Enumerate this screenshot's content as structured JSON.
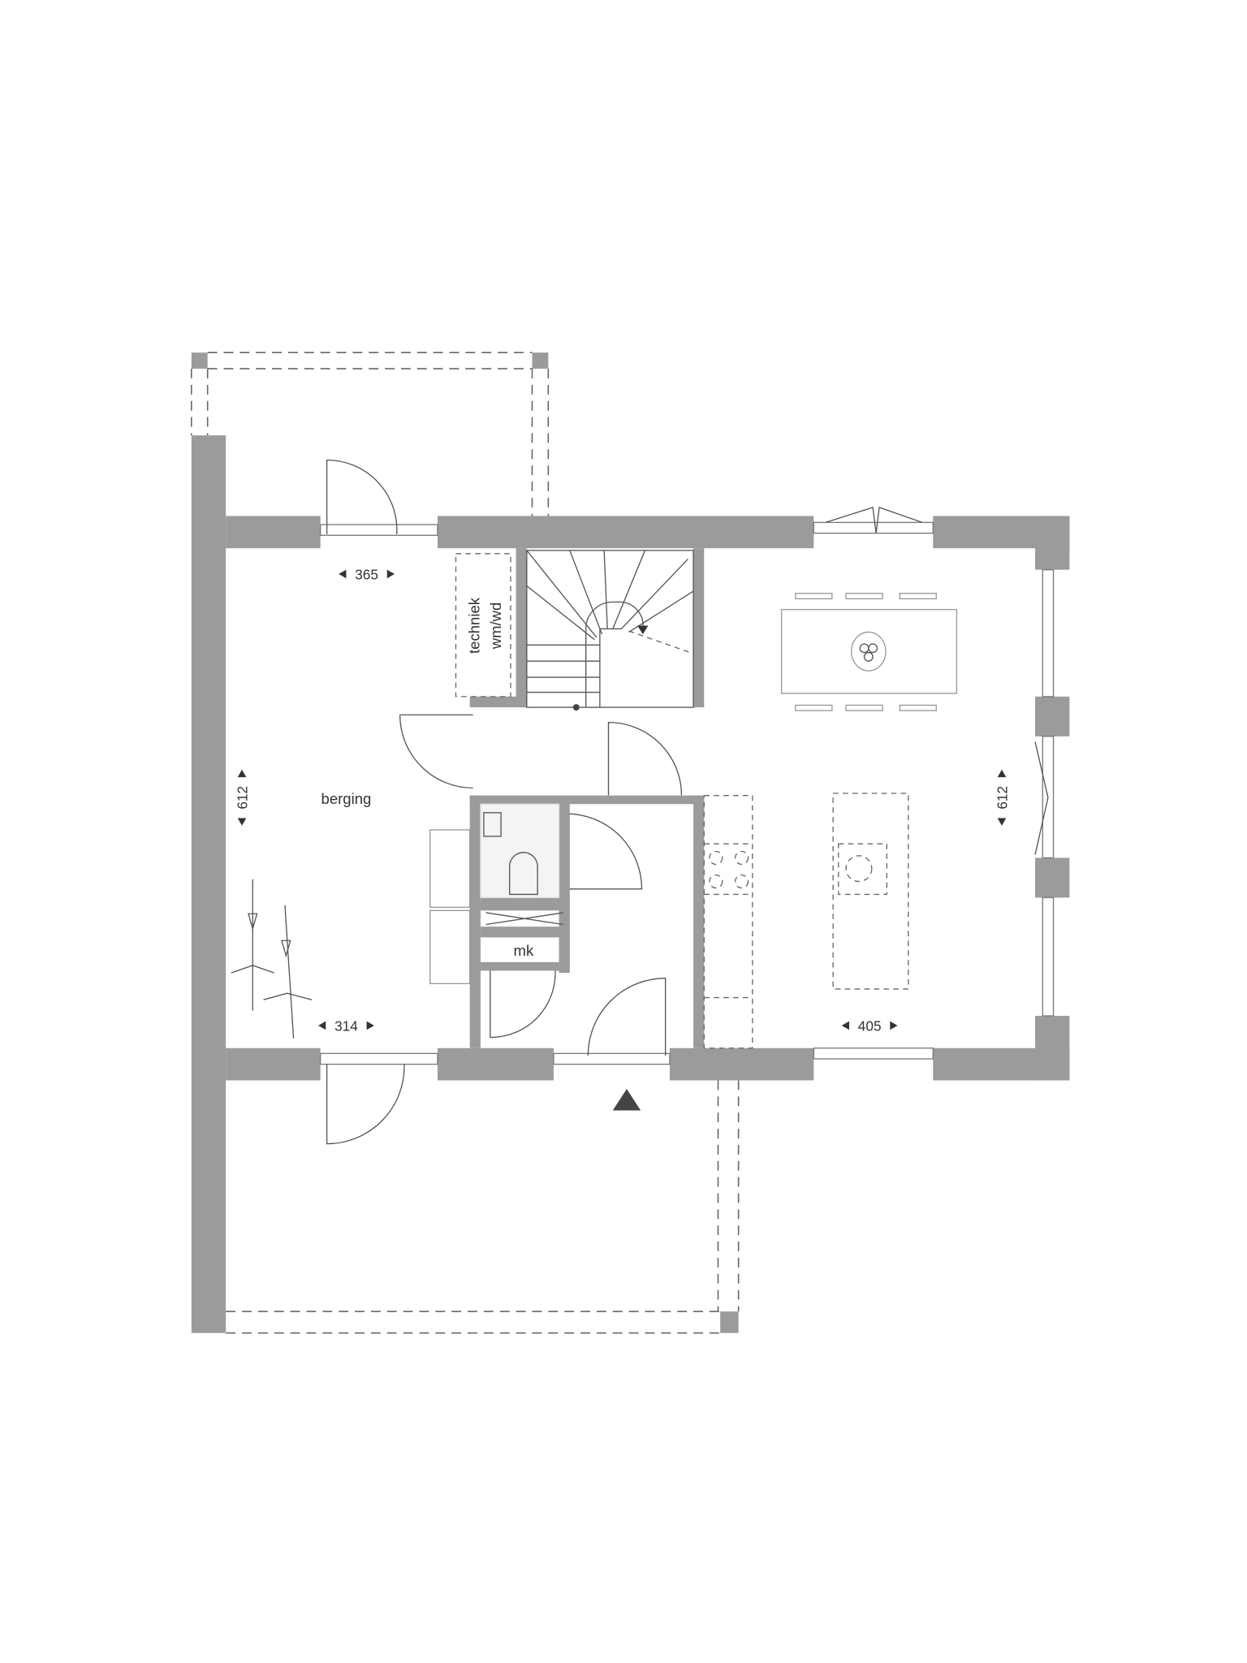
{
  "floorplan": {
    "rooms": {
      "storage": "berging",
      "technical_line1": "techniek",
      "technical_line2": "wm/wd",
      "meter_cupboard": "mk"
    },
    "dimensions": {
      "storage_top_width": "365",
      "storage_bottom_width": "314",
      "storage_depth": "612",
      "living_depth": "612",
      "living_width": "405"
    },
    "colors": {
      "wall": "#9b9b9b",
      "line": "#555555"
    },
    "icons": [
      "entrance-arrow-icon",
      "stair-direction-arrow-icon"
    ]
  }
}
